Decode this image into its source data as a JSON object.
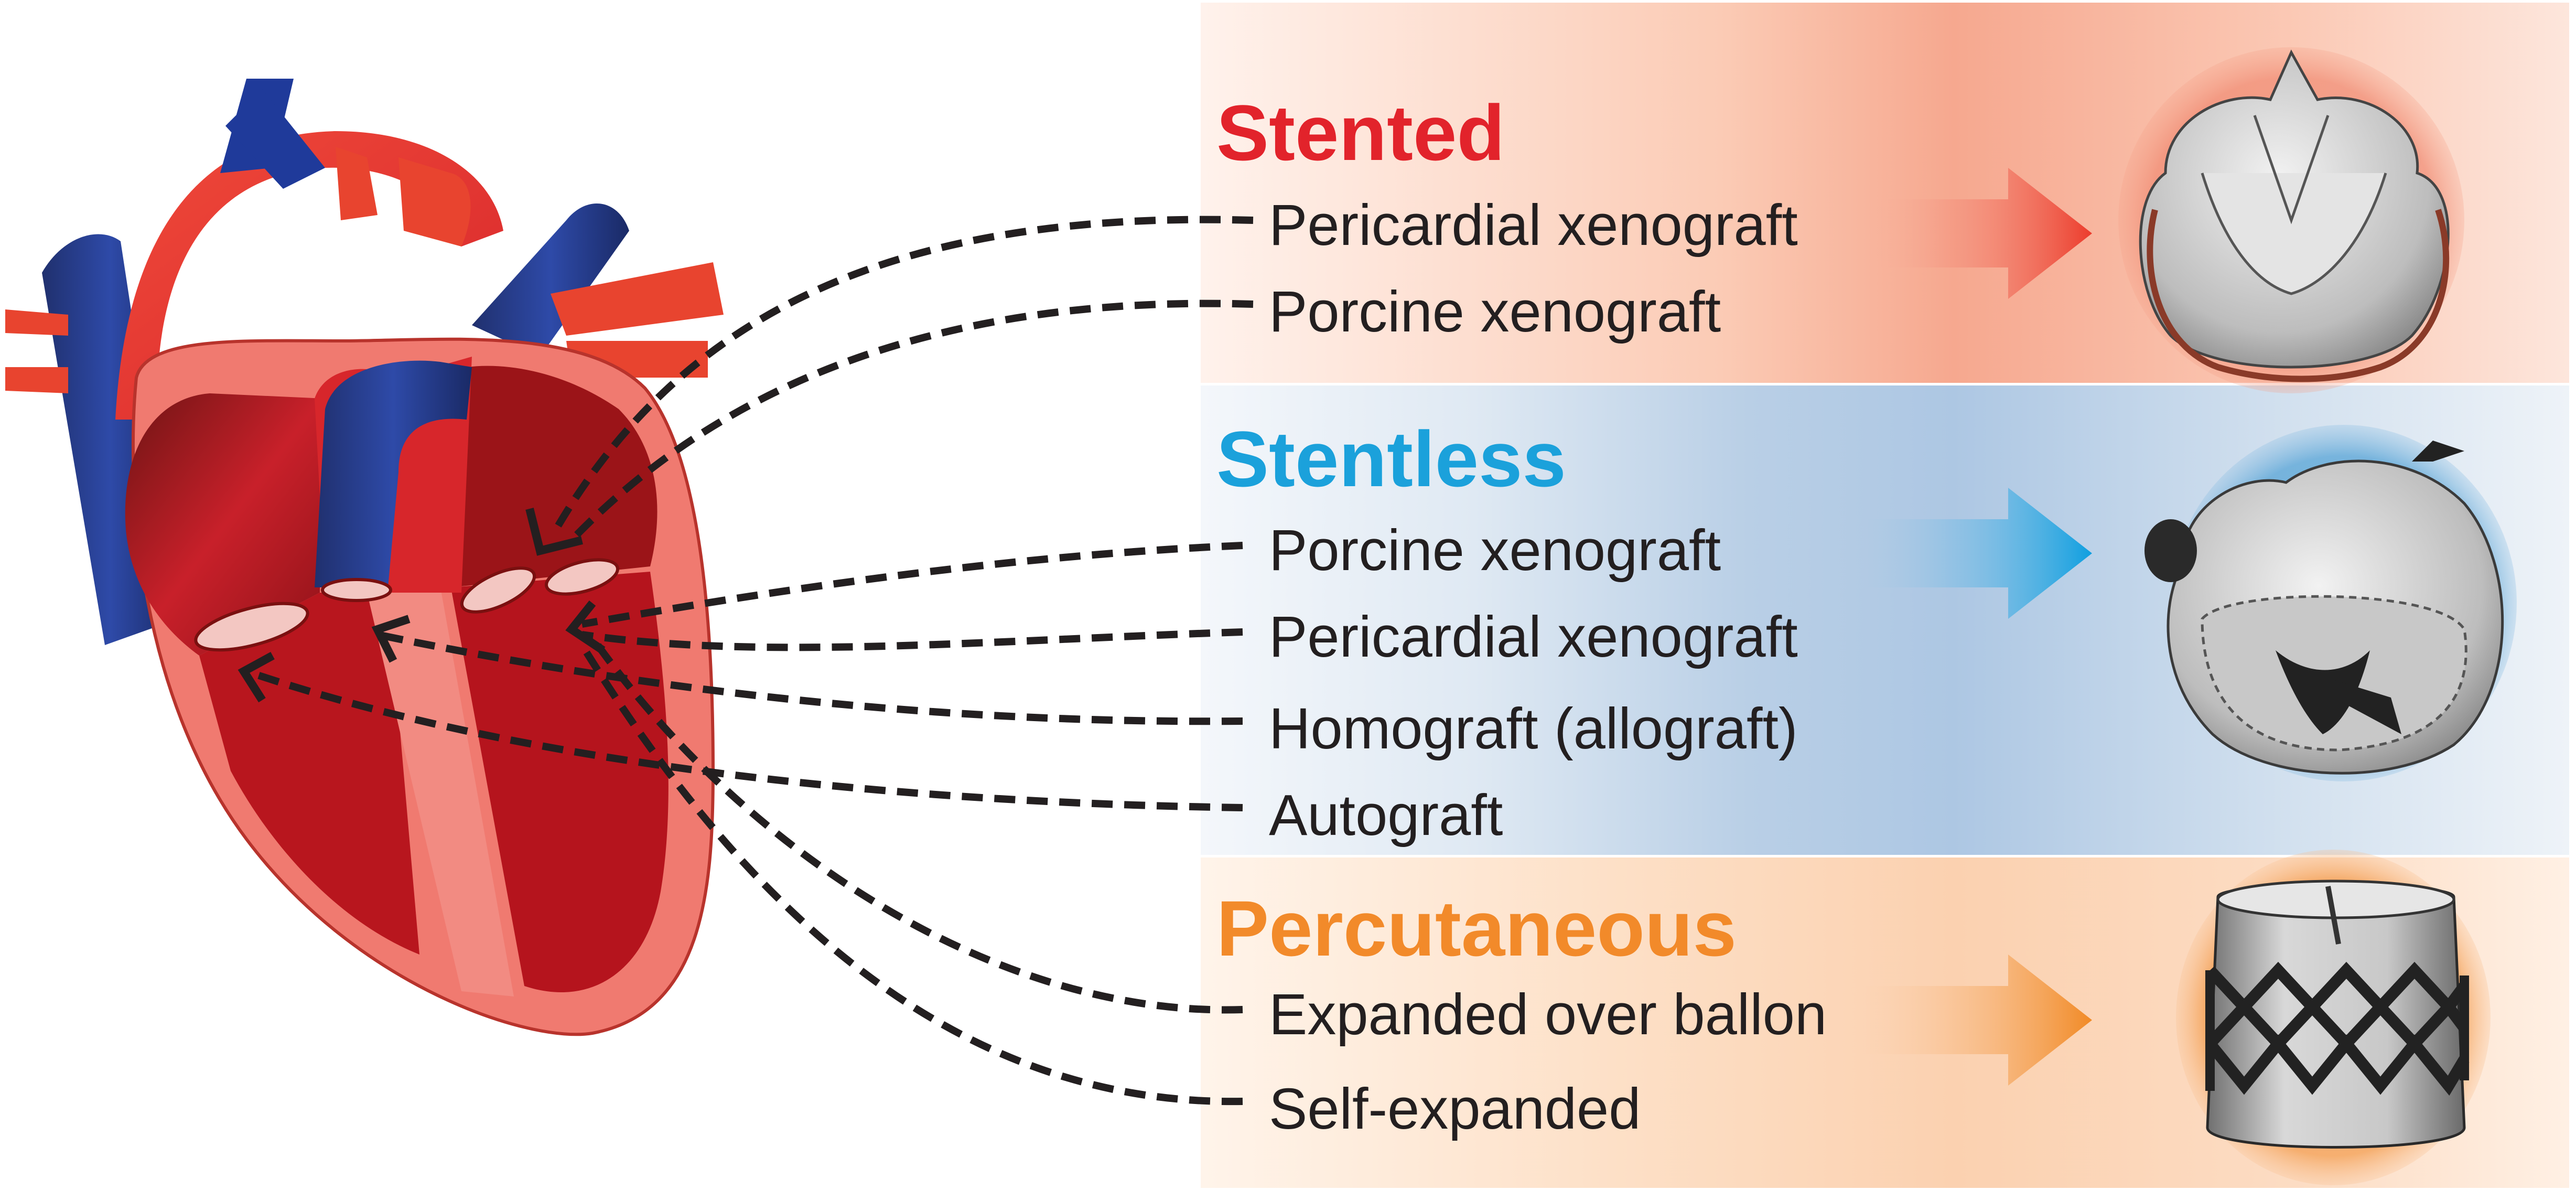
{
  "categories": {
    "stented": {
      "title": "Stented",
      "items": [
        "Pericardial xenograft",
        "Porcine xenograft"
      ],
      "color": "#e2232b"
    },
    "stentless": {
      "title": "Stentless",
      "items": [
        "Porcine xenograft",
        "Pericardial xenograft",
        "Homograft (allograft)",
        "Autograft"
      ],
      "color": "#1ba1db"
    },
    "percutaneous": {
      "title": "Percutaneous",
      "items": [
        "Expanded over ballon",
        "Self-expanded"
      ],
      "color": "#f28a2a"
    }
  }
}
